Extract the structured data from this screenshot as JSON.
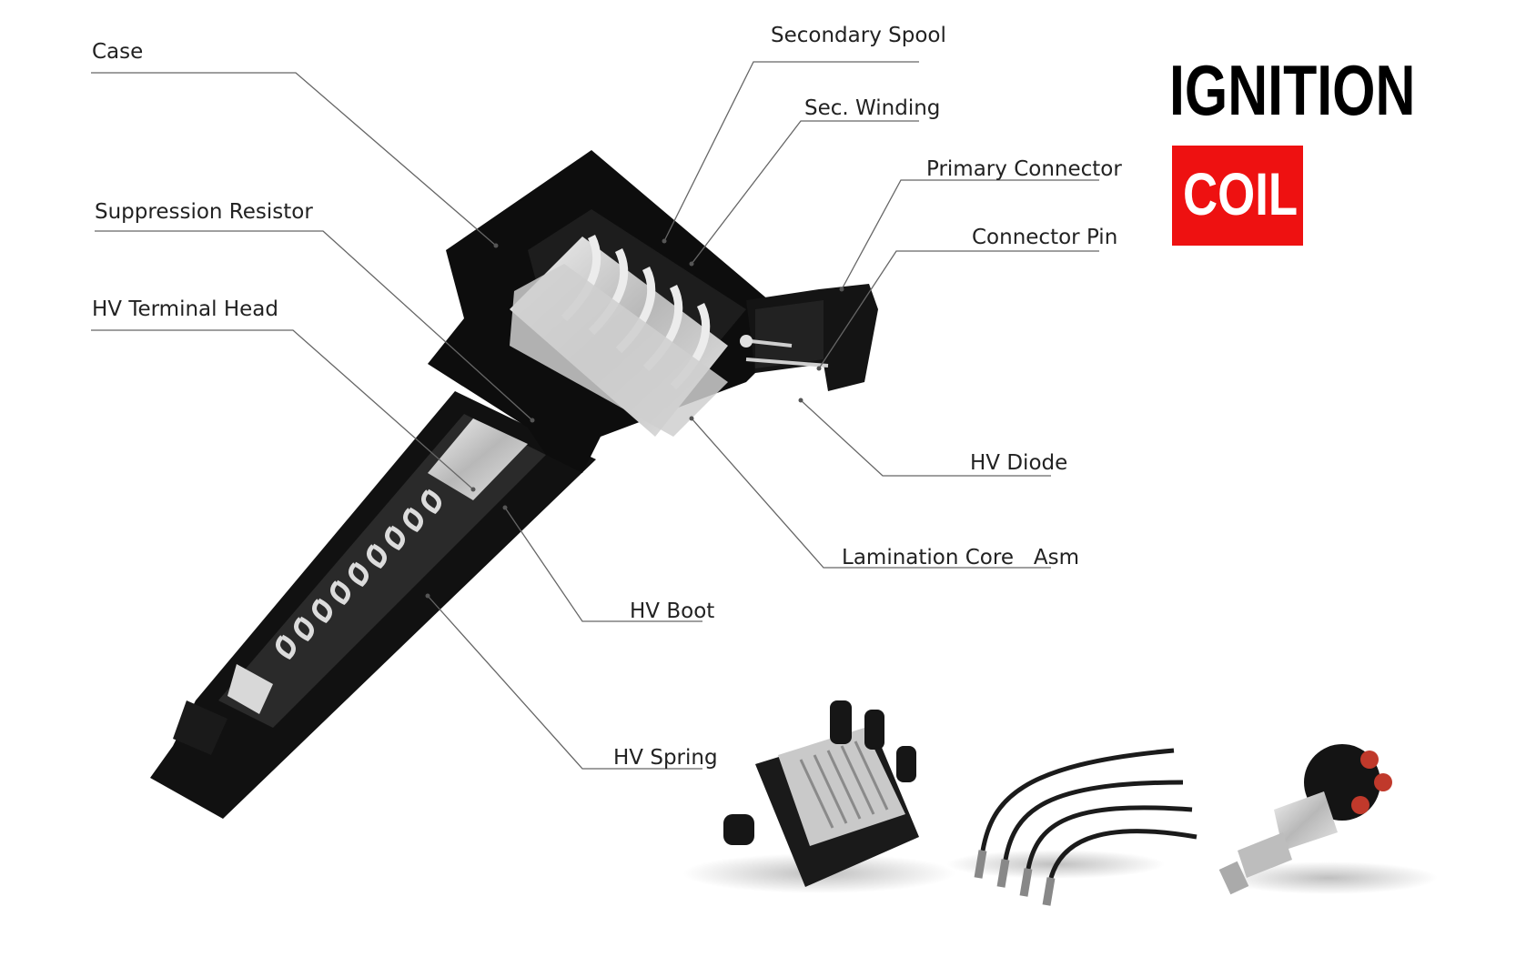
{
  "title": {
    "line1": "IGNITION",
    "line2": "COIL"
  },
  "colors": {
    "accent": "#ee1111",
    "leader": "#666666",
    "body": "#111111",
    "parts": "#d6d6d6"
  },
  "labels": {
    "case": "Case",
    "secondary_spool": "Secondary Spool",
    "sec_winding": "Sec. Winding",
    "primary_connector": "Primary Connector",
    "connector_pin": "Connector Pin",
    "suppression_resistor": "Suppression Resistor",
    "hv_terminal_head": "HV Terminal Head",
    "hv_diode": "HV Diode",
    "lamination_core_asm": "Lamination Core   Asm",
    "hv_boot": "HV Boot",
    "hv_spring": "HV Spring"
  },
  "products": [
    "coil-pack",
    "spark-plug-wires",
    "distributor"
  ]
}
